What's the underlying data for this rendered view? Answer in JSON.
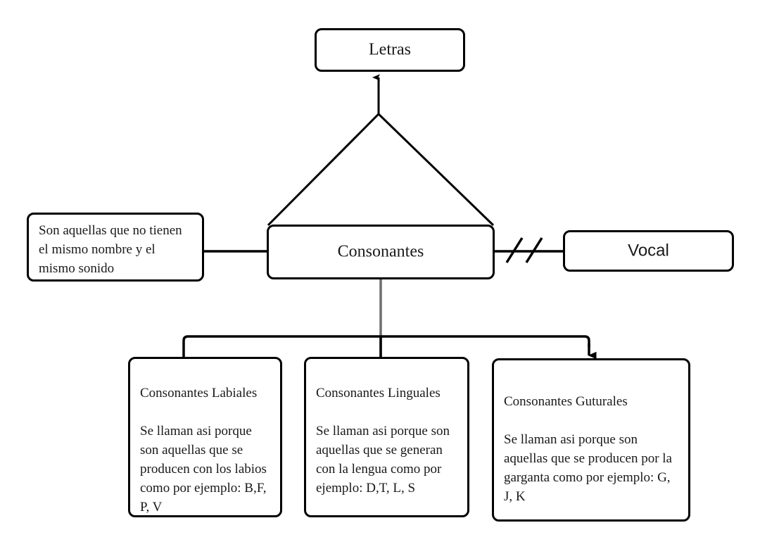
{
  "diagram": {
    "title": "Letras",
    "type": "concept-map",
    "background_color": "#ffffff",
    "stroke_color": "#000000",
    "muted_stroke_color": "#666666",
    "text_color": "#1a1a1a"
  },
  "nodes": {
    "letras": {
      "label": "Letras"
    },
    "consonantes": {
      "label": "Consonantes"
    },
    "definicion": {
      "label": "Son aquellas que no tienen el mismo nombre y el mismo sonido"
    },
    "vocal": {
      "label": "Vocal"
    },
    "labiales": {
      "label": "Consonantes Labiales\n\nSe llaman asi porque son aquellas que se producen con los labios como por ejemplo: B,F, P, V"
    },
    "linguales": {
      "label": "Consonantes Linguales\n\nSe llaman asi porque son aquellas que se generan con la lengua como por ejemplo: D,T, L, S"
    },
    "guturales": {
      "label": "Consonantes Guturales\n\nSe llaman asi porque son aquellas que se producen por la garganta como por ejemplo: G, J, K"
    }
  },
  "edges": [
    {
      "name": "consonantes-to-letras",
      "from": "consonantes",
      "to": "letras",
      "style": "triangle-generalization",
      "arrow": "open-up"
    },
    {
      "name": "definicion-to-consonantes",
      "from": "definicion",
      "to": "consonantes",
      "style": "straight",
      "arrow": "none"
    },
    {
      "name": "consonantes-to-vocal",
      "from": "consonantes",
      "to": "vocal",
      "style": "straight-with-double-slash",
      "arrow": "none"
    },
    {
      "name": "consonantes-to-children-bus",
      "from": "consonantes",
      "to": "labiales, linguales, guturales",
      "style": "orthogonal-bus",
      "arrow": "filled-down-on-guturales"
    }
  ]
}
